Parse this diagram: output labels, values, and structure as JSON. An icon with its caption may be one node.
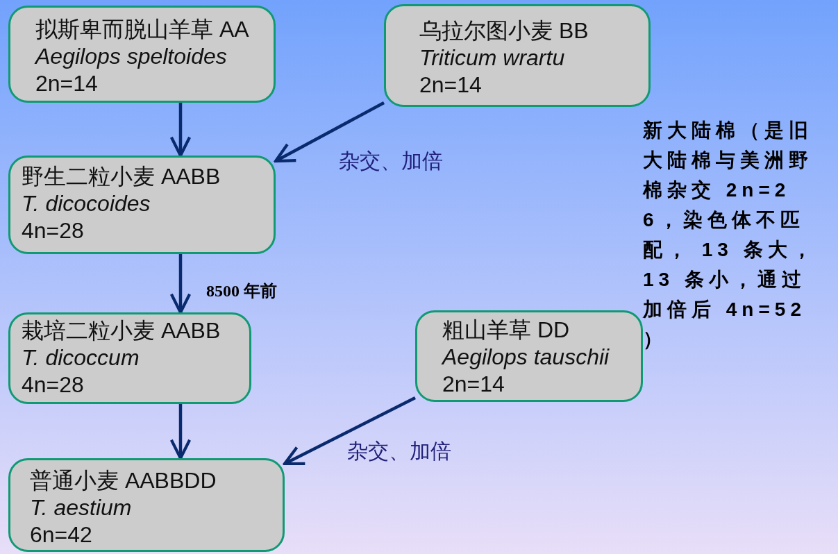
{
  "diagram": {
    "nodes": [
      {
        "text": [
          "拟斯卑而脱山羊草 AA",
          "Aegilops speltoides",
          "2n=14"
        ]
      },
      {
        "text": [
          "乌拉尔图小麦 BB",
          "Triticum wrartu",
          "2n=14"
        ]
      },
      {
        "text": [
          "野生二粒小麦 AABB",
          "T. dicocoides",
          "4n=28"
        ]
      },
      {
        "text": [
          "栽培二粒小麦 AABB",
          "T. dicoccum",
          "4n=28"
        ]
      },
      {
        "text": [
          "粗山羊草 DD",
          "Aegilops tauschii",
          "2n=14"
        ]
      },
      {
        "text": [
          "普通小麦 AABBDD",
          "T. aestium",
          "6n=42"
        ]
      }
    ],
    "edges": [
      {
        "from": 0,
        "to": 2,
        "arrow": "to"
      },
      {
        "from": 1,
        "to": 2,
        "arrow": "to",
        "label": "杂交、加倍"
      },
      {
        "from": 2,
        "to": 3,
        "arrow": "to",
        "label": "8500 年前"
      },
      {
        "from": 3,
        "to": 5,
        "arrow": "to"
      },
      {
        "from": 4,
        "to": 5,
        "arrow": "to",
        "label": "杂交、加倍"
      }
    ],
    "labels": [
      "新大陆棉（是旧大陆棉与美洲野棉杂交 2n=26，染色体不匹配， 13 条大， 13 条小，通过加倍后 4n=52 ）"
    ]
  }
}
